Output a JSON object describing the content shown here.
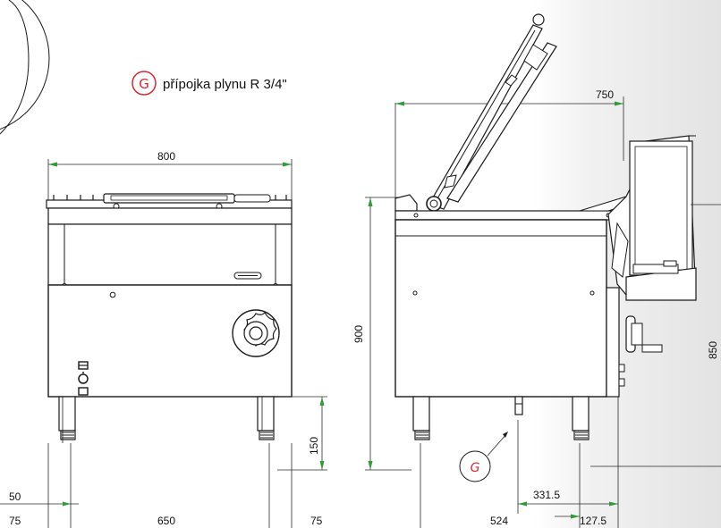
{
  "legend": {
    "symbol": "G",
    "text": "přípojka plynu R 3/4\""
  },
  "front_view": {
    "width": "800",
    "leg_offset": "50",
    "left_margin": "75",
    "span": "650",
    "right_margin": "75",
    "leg_height": "150"
  },
  "side_view": {
    "depth": "750",
    "height": "900",
    "tilt_height": "850",
    "gas_offset": "331.5",
    "base_span": "524",
    "rear_offset": "127.5",
    "gas_marker": "G"
  },
  "colors": {
    "accent_red": "#d8282f",
    "dimension_arrow": "#2e9a3a",
    "line": "#1a1a1a"
  }
}
